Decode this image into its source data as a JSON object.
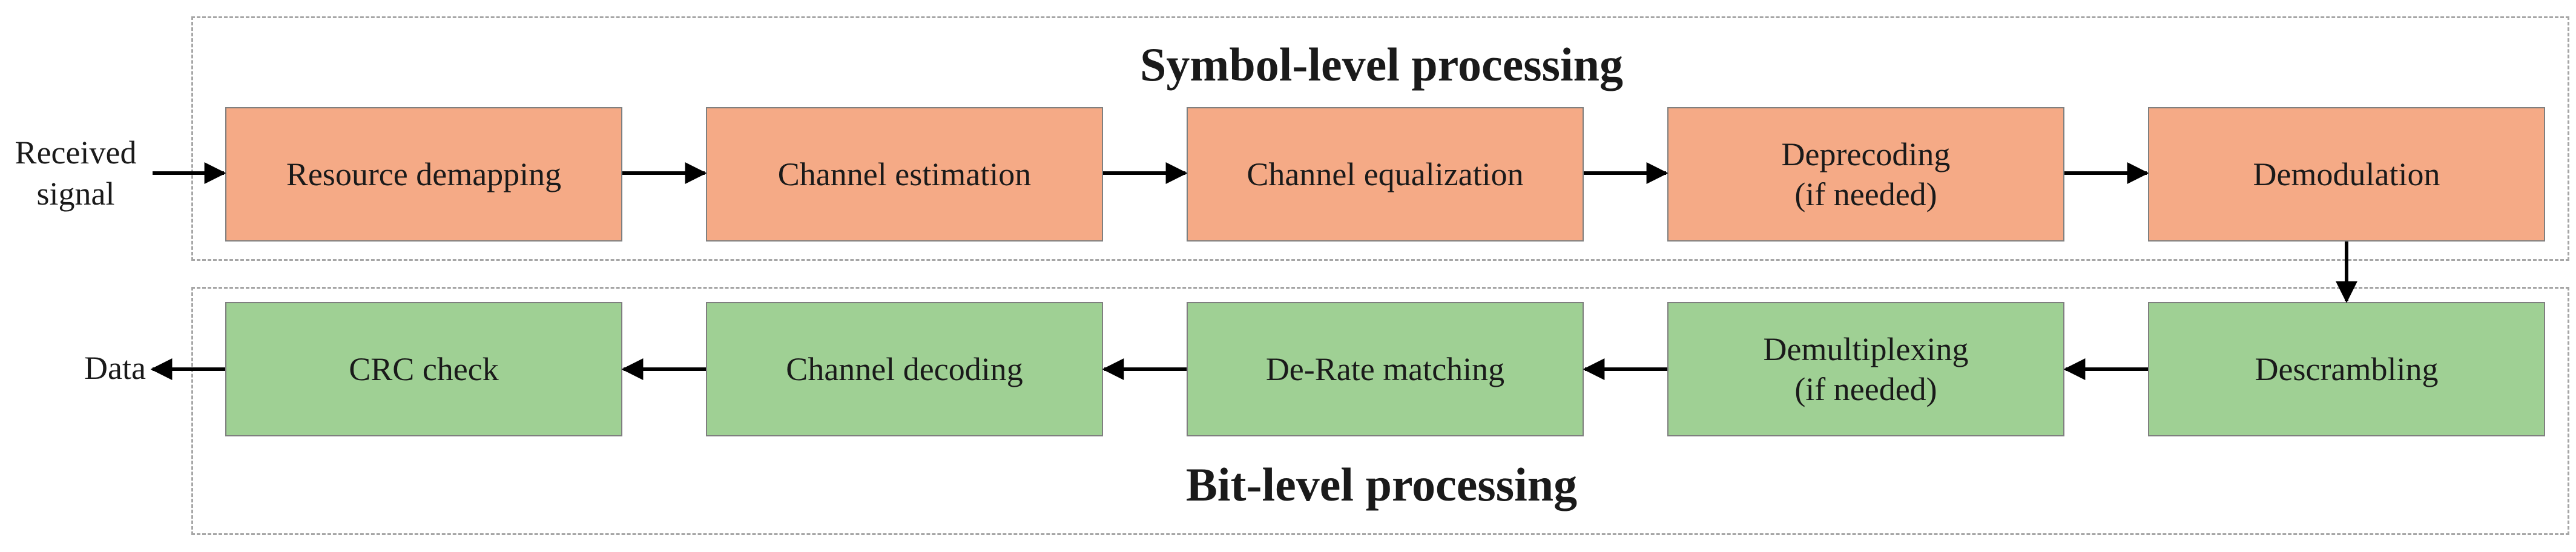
{
  "groups": {
    "symbol_level": "Symbol-level processing",
    "bit_level": "Bit-level processing"
  },
  "input_label": "Received\nsignal",
  "output_label": "Data",
  "symbol_blocks": [
    {
      "label": "Resource demapping"
    },
    {
      "label": "Channel estimation"
    },
    {
      "label": "Channel equalization"
    },
    {
      "label": "Deprecoding\n(if needed)"
    },
    {
      "label": "Demodulation"
    }
  ],
  "bit_blocks": [
    {
      "label": "CRC check"
    },
    {
      "label": "Channel decoding"
    },
    {
      "label": "De-Rate matching"
    },
    {
      "label": "Demultiplexing\n(if needed)"
    },
    {
      "label": "Descrambling"
    }
  ],
  "colors": {
    "symbol_fill": "#f5aa86",
    "bit_fill": "#9fd094",
    "frame": "#a6a6a6",
    "arrow": "#000000"
  }
}
